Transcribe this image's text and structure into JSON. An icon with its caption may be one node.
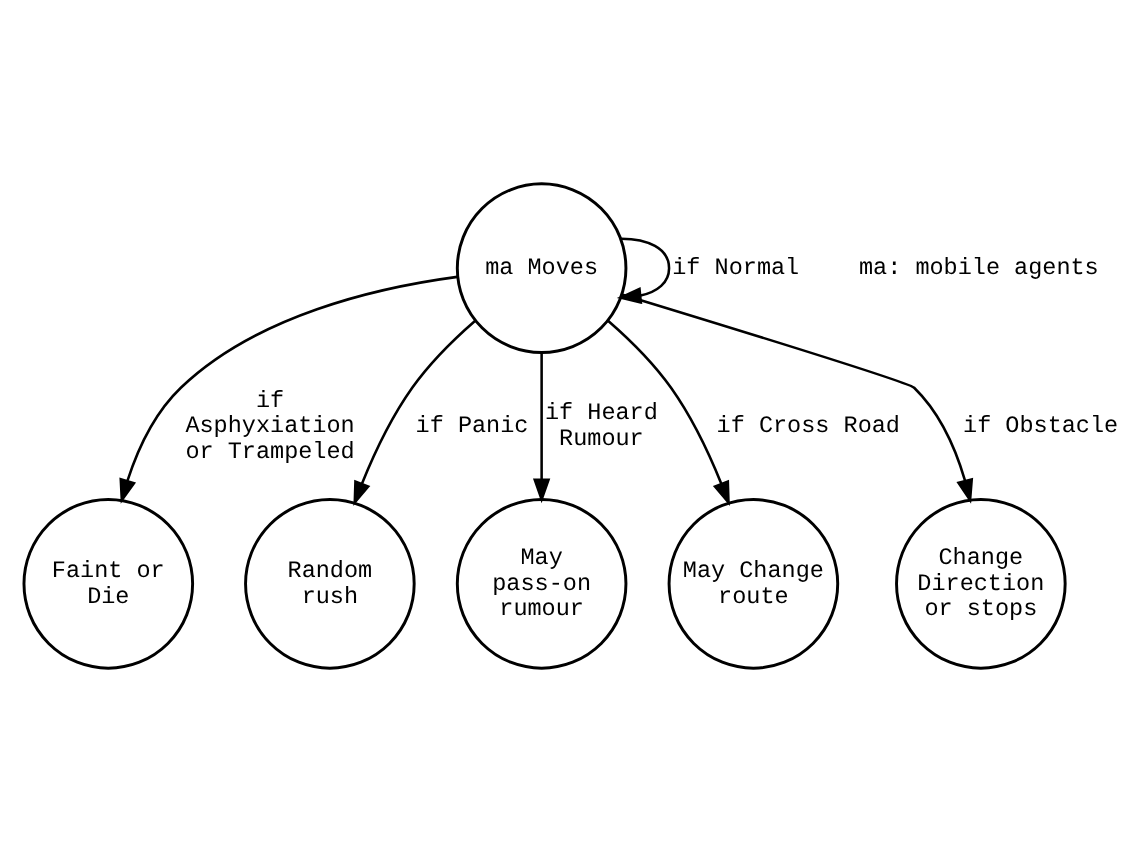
{
  "diagram": {
    "nodes": [
      {
        "text": [
          "ma Moves"
        ]
      },
      {
        "text": [
          "Faint or Die"
        ]
      },
      {
        "text": [
          "Random rush"
        ]
      },
      {
        "text": [
          "May pass-on rumour"
        ]
      },
      {
        "text": [
          "May Change route"
        ]
      },
      {
        "text": [
          "Change Direction or stops"
        ]
      }
    ],
    "edges": [
      {
        "from": 0,
        "to": 0,
        "arrow": "to",
        "label": "if Normal"
      },
      {
        "from": 0,
        "to": 1,
        "arrow": "to",
        "label": "if Asphyxiation or Trampeled"
      },
      {
        "from": 0,
        "to": 2,
        "arrow": "to",
        "label": "if Panic"
      },
      {
        "from": 0,
        "to": 3,
        "arrow": "to",
        "label": "if Heard Rumour"
      },
      {
        "from": 0,
        "to": 4,
        "arrow": "to",
        "label": "if Cross Road"
      },
      {
        "from": 0,
        "to": 5,
        "arrow": "to",
        "label": "if Obstacle"
      }
    ],
    "labels": [
      "ma: mobile agents"
    ]
  }
}
